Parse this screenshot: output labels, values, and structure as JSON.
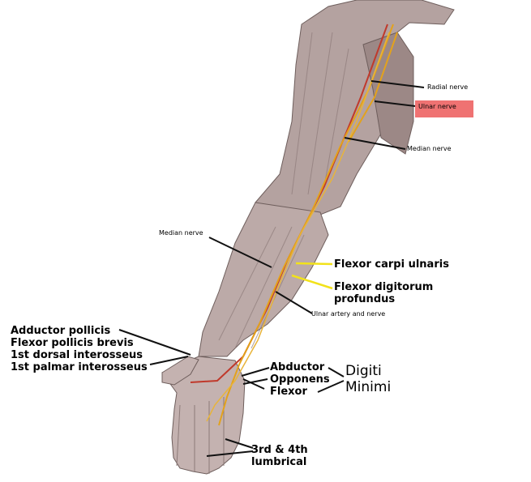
{
  "labels": {
    "radial_nerve": "Radial nerve",
    "ulnar_nerve": "Ulnar nerve",
    "median_nerve_upper": "Median nerve",
    "median_nerve_forearm": "Median nerve",
    "flexor_carpi_ulnaris": "Flexor carpi ulnaris",
    "flexor_digitorum_profundus": [
      "Flexor digitorum",
      "profundus"
    ],
    "ulnar_artery_nerve": "Ulnar artery and nerve",
    "thenar_muscles": [
      "Adductor pollicis",
      "Flexor pollicis brevis",
      "1st dorsal interosseus",
      "1st palmar interosseus"
    ],
    "hypothenar_muscles": [
      "Abductor",
      "Opponens",
      "Flexor"
    ],
    "digiti_minimi": [
      "Digiti",
      "Minimi"
    ],
    "lumbricals": [
      "3rd & 4th",
      "lumbrical"
    ]
  },
  "colors": {
    "highlight": "#ef7272",
    "leader_black": "#111111",
    "leader_yellow": "#f2e21a",
    "skin": "#b7a5a3",
    "nerve": "#e3a21c",
    "artery": "#c0392b"
  }
}
